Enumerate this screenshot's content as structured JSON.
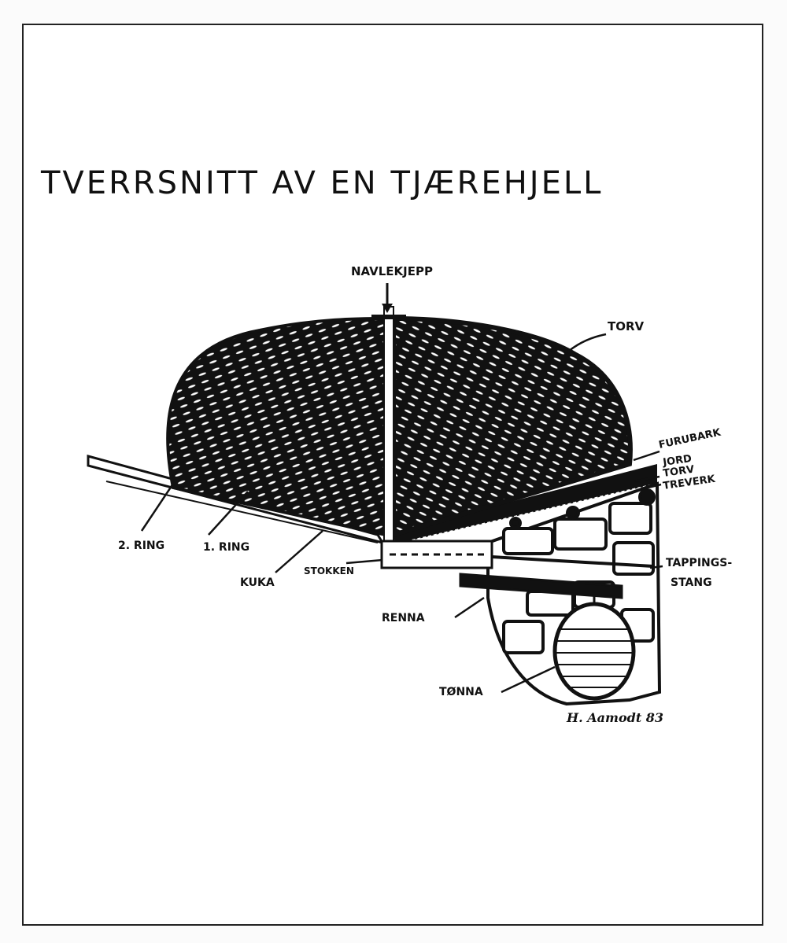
{
  "title": "TVERRSNITT AV EN TJÆREHJELL",
  "labels": {
    "navlekjepp": "NAVLEKJEPP",
    "torv_top": "TORV",
    "furubark": "FURUBARK",
    "jord": "JORD",
    "torv": "TORV",
    "treverk": "TREVERK",
    "tappingsstang_1": "TAPPINGS-",
    "tappingsstang_2": "STANG",
    "renna": "RENNA",
    "tonna": "TØNNA",
    "stokken": "STOKKEN",
    "kuka": "KUKA",
    "ring1": "1. RING",
    "ring2": "2. RING"
  },
  "signature": "H. Aamodt 83"
}
